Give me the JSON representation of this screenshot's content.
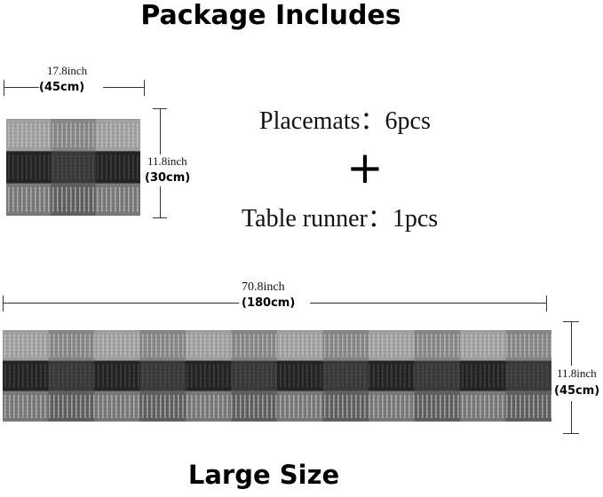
{
  "header": {
    "title": "Package Includes"
  },
  "placemat": {
    "width_inch": "17.8inch",
    "width_cm": "(45cm)",
    "height_inch": "11.8inch",
    "height_cm": "(30cm)"
  },
  "contents": {
    "placemats": "Placemats：6pcs",
    "plus": "+",
    "runner": "Table runner：1pcs"
  },
  "runner": {
    "length_inch": "70.8inch",
    "length_cm": "(180cm)",
    "height_inch": "11.8inch",
    "height_cm": "(45cm)"
  },
  "footer": {
    "label": "Large Size"
  },
  "colors": {
    "band_light": "#9a9a9a",
    "band_dark": "#2a2a2a",
    "band_mid": "#6e6e6e",
    "rib_light": "#cfcfcf",
    "rib_dark": "#555555"
  }
}
